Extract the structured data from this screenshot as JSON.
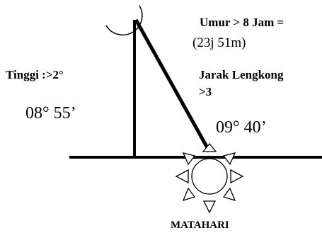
{
  "labels": {
    "umur_line1": "Umur > 8 Jam =",
    "umur_line2": "(23j 51m)",
    "tinggi": "Tinggi :>2°",
    "tinggi_value": "08° 55’",
    "jarak_line1": "Jarak Lengkong",
    "jarak_line2": ">3",
    "jarak_value": "09° 40’",
    "matahari": "MATAHARI"
  },
  "colors": {
    "ink": "#000000",
    "background": "#ffffff"
  },
  "icons": {
    "moon": "crescent-moon-icon",
    "sun": "sun-icon"
  }
}
